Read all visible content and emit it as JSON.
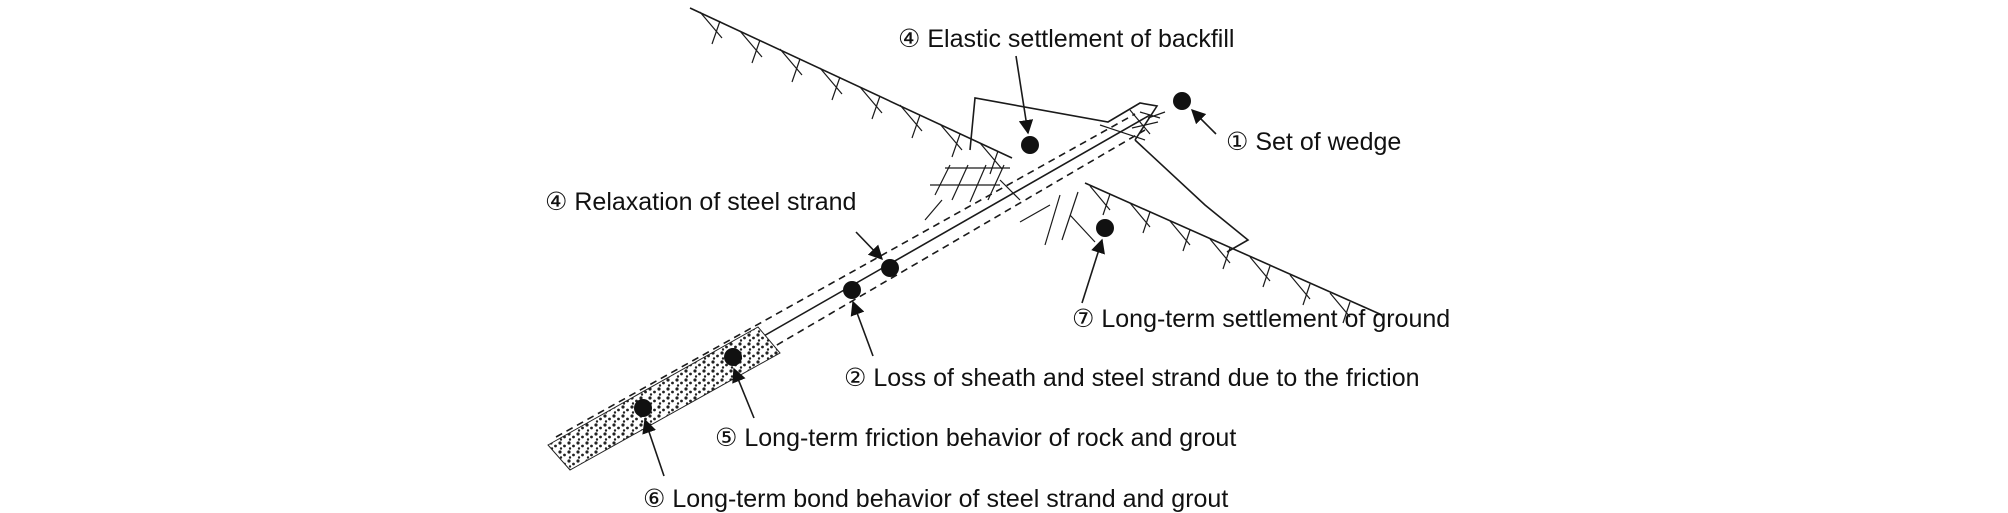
{
  "labels": {
    "elastic_settlement": "④ Elastic settlement of backfill",
    "set_of_wedge": "① Set of wedge",
    "relaxation": "④ Relaxation of steel strand",
    "long_term_settlement": "⑦ Long-term settlement of ground",
    "loss_of_sheath": "② Loss of sheath and steel strand due to the friction",
    "friction_behavior": "⑤ Long-term friction behavior of rock and grout",
    "bond_behavior": "⑥ Long-term bond behavior of steel strand and grout"
  }
}
